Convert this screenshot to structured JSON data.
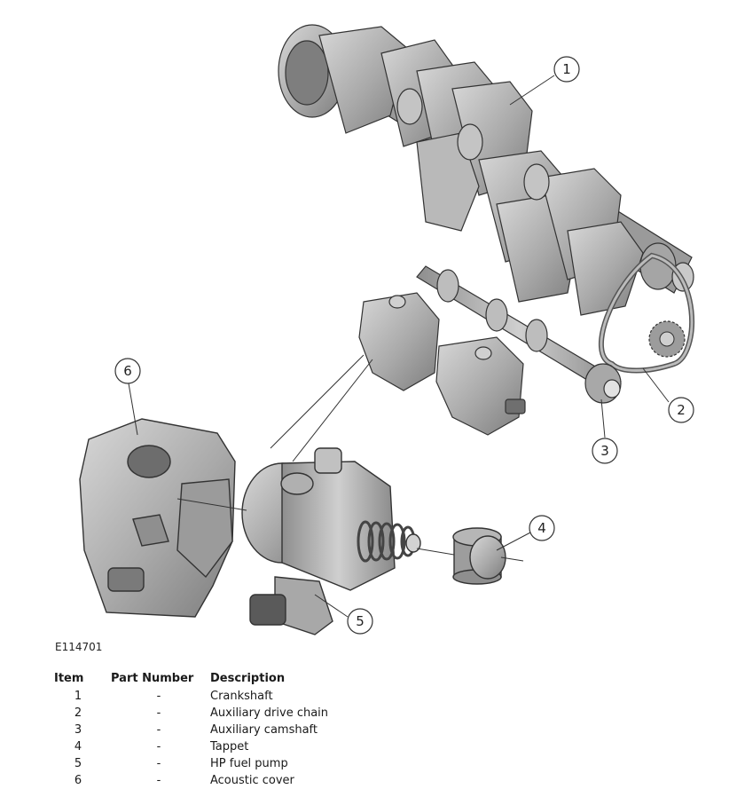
{
  "figure_id": "E114701",
  "callouts": [
    "1",
    "2",
    "3",
    "4",
    "5",
    "6"
  ],
  "table": {
    "headers": [
      "Item",
      "Part Number",
      "Description"
    ],
    "rows": [
      {
        "item": "1",
        "part": "-",
        "desc": "Crankshaft"
      },
      {
        "item": "2",
        "part": "-",
        "desc": "Auxiliary drive chain"
      },
      {
        "item": "3",
        "part": "-",
        "desc": "Auxiliary camshaft"
      },
      {
        "item": "4",
        "part": "-",
        "desc": "Tappet"
      },
      {
        "item": "5",
        "part": "-",
        "desc": "HP fuel pump"
      },
      {
        "item": "6",
        "part": "-",
        "desc": "Acoustic cover"
      }
    ]
  },
  "colors": {
    "part_fill": "#b4b4b4",
    "part_dark": "#8c8c8c",
    "part_light": "#d6d6d6",
    "outline": "#333333"
  }
}
